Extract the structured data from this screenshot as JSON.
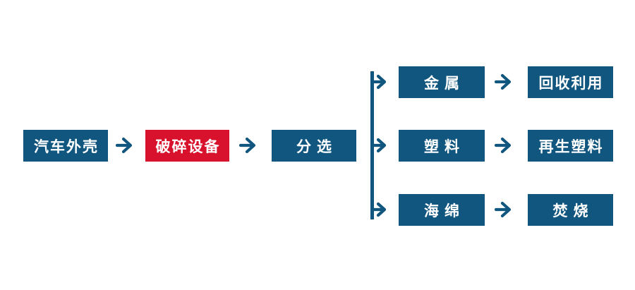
{
  "diagram": {
    "type": "flowchart",
    "background": "#ffffff",
    "colors": {
      "primary_blue": "#11567E",
      "accent_red": "#D8122C",
      "text_white": "#ffffff"
    },
    "main_flow": {
      "source_label": "汽车外壳",
      "crusher_label": "破碎设备",
      "sorting_label": "分选"
    },
    "branches": [
      {
        "material": "金属",
        "destination": "回收利用"
      },
      {
        "material": "塑料",
        "destination": "再生塑料"
      },
      {
        "material": "海绵",
        "destination": "焚烧"
      }
    ]
  }
}
